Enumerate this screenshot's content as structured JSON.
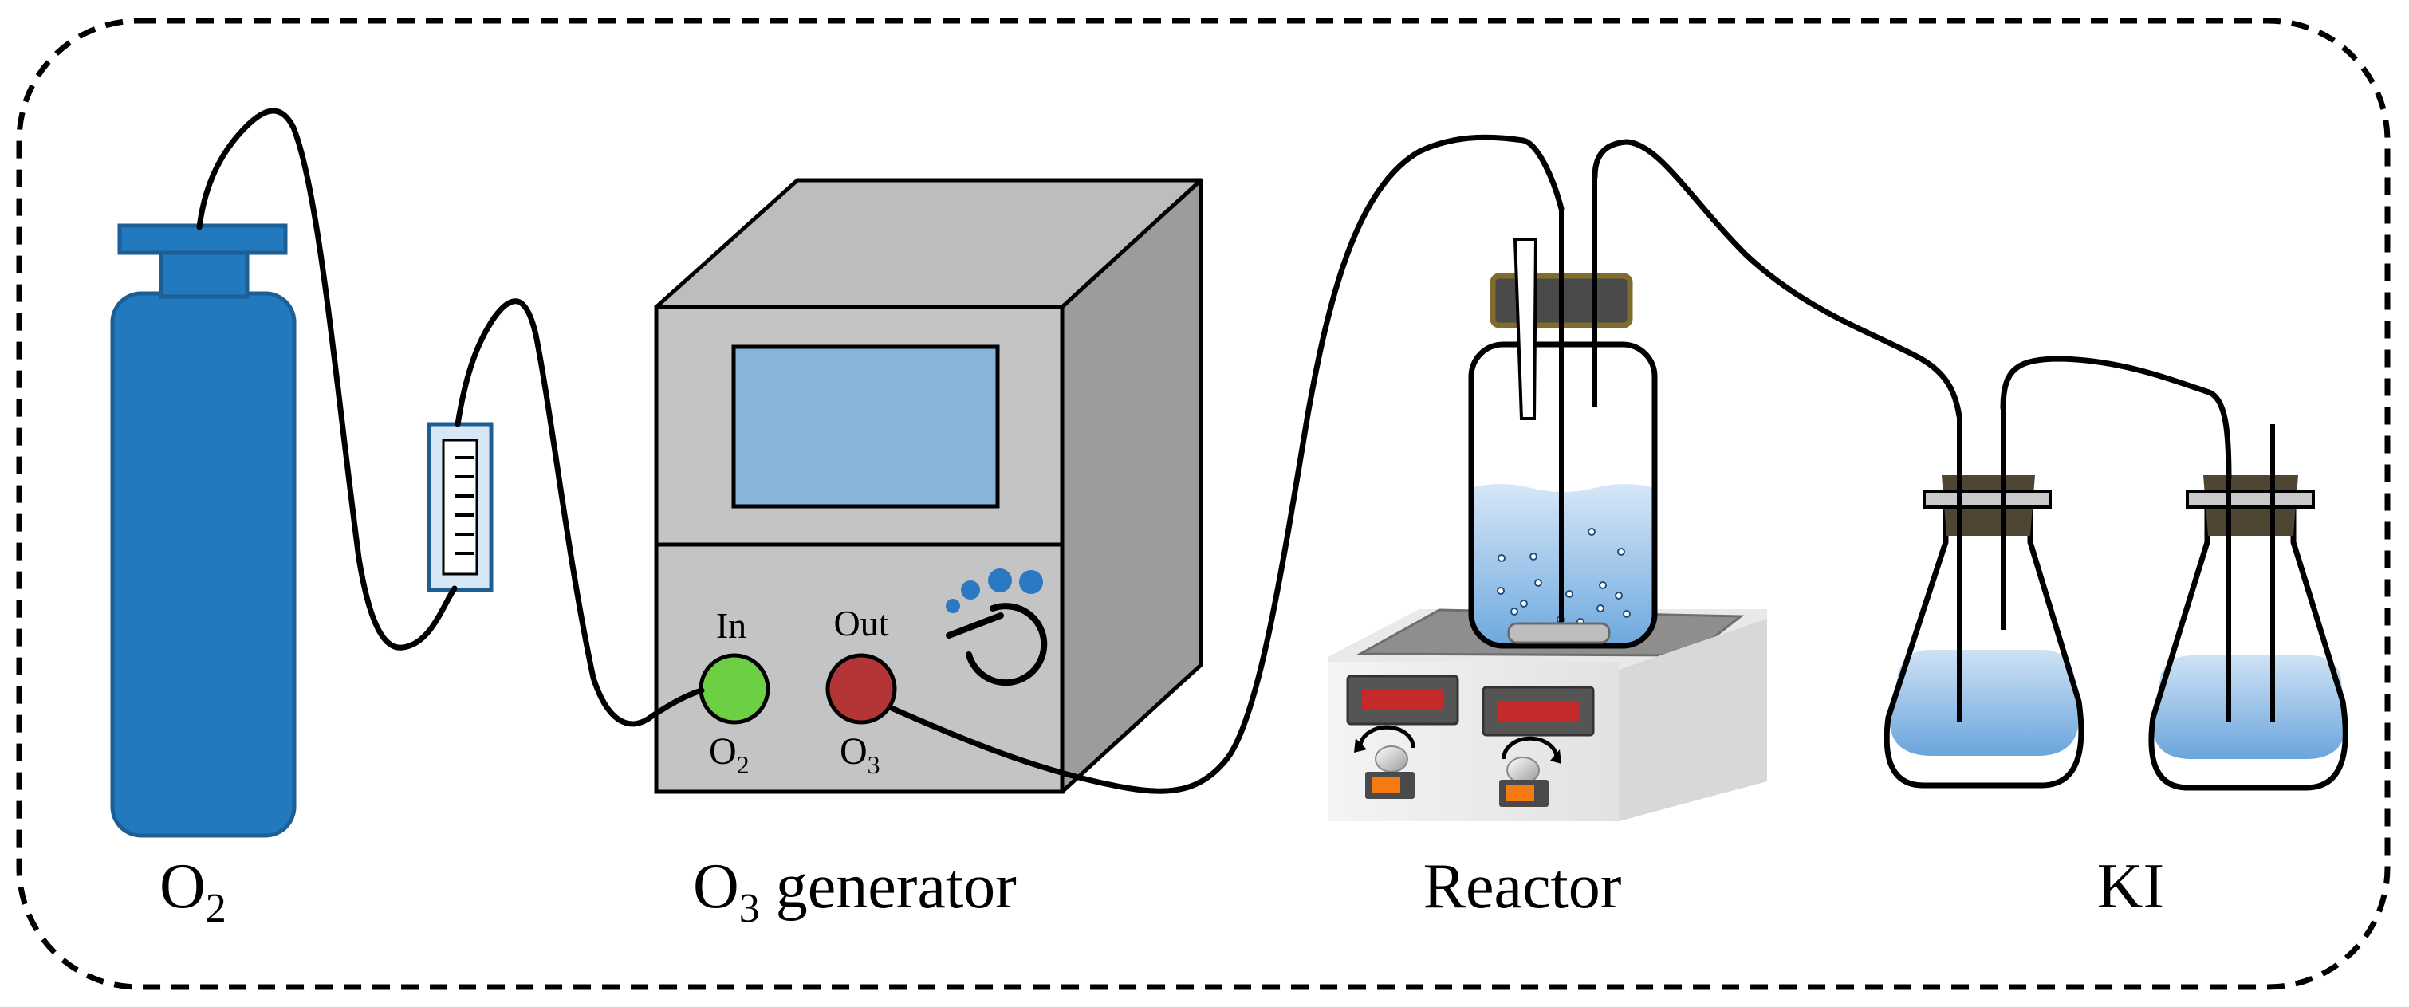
{
  "labels": {
    "cylinder": {
      "base": "O",
      "sub": "2"
    },
    "generator": {
      "base": "O",
      "sub": "3",
      "rest": " generator"
    },
    "reactor": "Reactor",
    "ki": "KI"
  },
  "generator_ports": {
    "in_label": "In",
    "in_gas": {
      "base": "O",
      "sub": "2"
    },
    "out_label": "Out",
    "out_gas": {
      "base": "O",
      "sub": "3"
    }
  },
  "colors": {
    "cylinder_blue": "#2379bd",
    "cylinder_stroke": "#1d5f95",
    "generator_front": "#c4c4c4",
    "generator_top": "#bdbdbd",
    "generator_side": "#9c9c9c",
    "screen": "#89b4d9",
    "port_in": "#6dcf43",
    "port_out": "#b33535",
    "liquid_top": "#d5e6f6",
    "liquid_bottom": "#6ea8de",
    "stopper": "#4a4a4a",
    "cork": "#4e4632",
    "display_red": "#c42a2a",
    "switch_orange": "#f57a12"
  }
}
